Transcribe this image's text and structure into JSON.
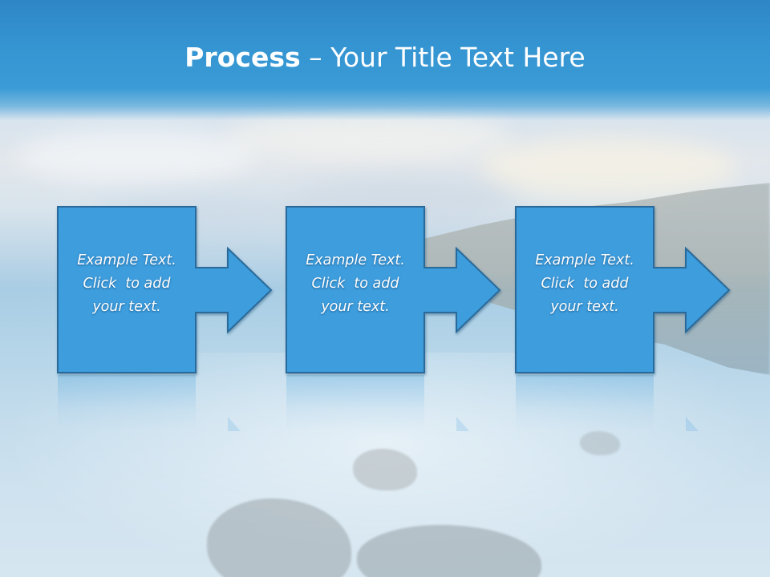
{
  "title": {
    "emphasis": "Process",
    "separator": " – ",
    "rest": "Your Title Text Here"
  },
  "steps": [
    {
      "line1": "Example Text.",
      "line2": "Click  to add",
      "line3": "your text."
    },
    {
      "line1": "Example Text.",
      "line2": "Click  to add",
      "line3": "your text."
    },
    {
      "line1": "Example Text.",
      "line2": "Click  to add",
      "line3": "your text."
    }
  ],
  "colors": {
    "header": "#3595d2",
    "shape_fill": "#3c9ddd",
    "shape_border": "#2a6a9a",
    "text": "#ffffff"
  },
  "icons": {
    "connector": "right-arrow-icon"
  }
}
